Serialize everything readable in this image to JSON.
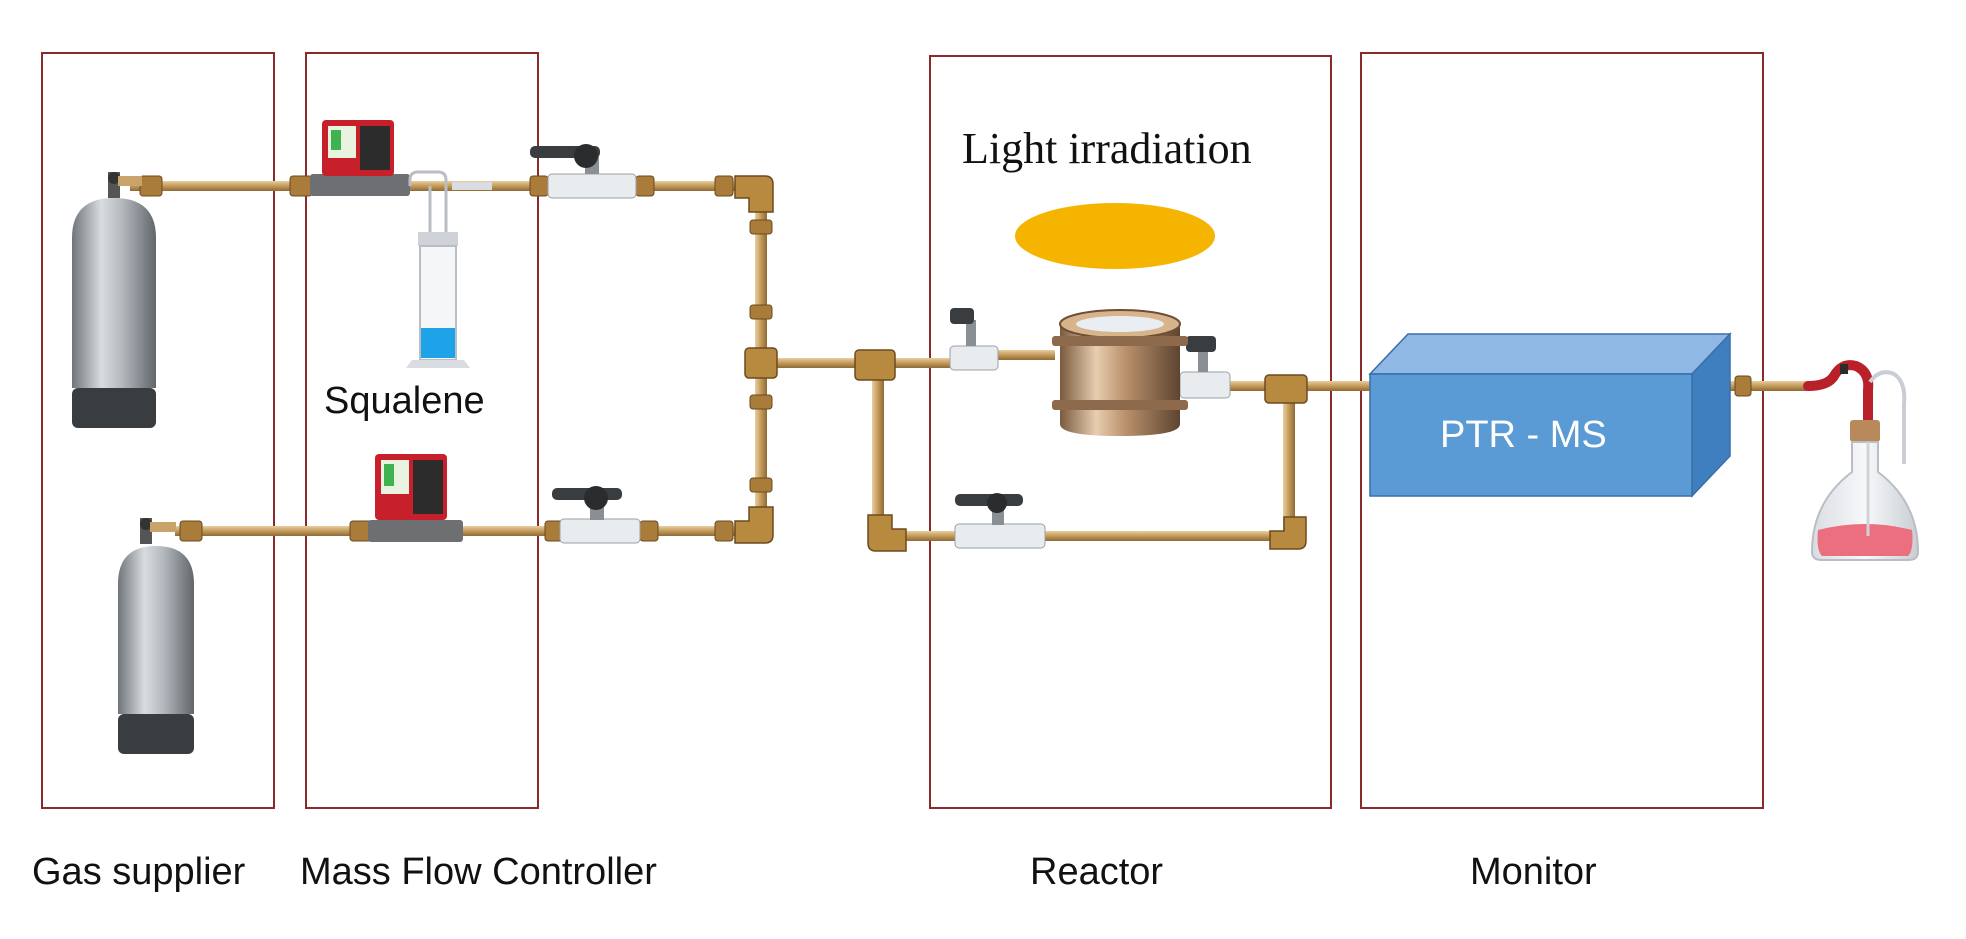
{
  "diagram": {
    "sections": {
      "gas_supplier": "Gas supplier",
      "mass_flow_controller": "Mass Flow Controller",
      "reactor": "Reactor",
      "monitor": "Monitor"
    },
    "inner_labels": {
      "squalene": "Squalene",
      "light_irradiation": "Light irradiation",
      "ptr_ms": "PTR - MS"
    },
    "colors": {
      "section_border": "#8b2a2a",
      "pipe": "#c9a46a",
      "lamp": "#f5b400",
      "ptr_box_front": "#5b9bd5",
      "ptr_box_top": "#8fb9e4",
      "ptr_box_side": "#3f7fbf",
      "liquid_blue": "#1fa3e8",
      "liquid_pink": "#ec6f7f",
      "mfc_red": "#c8202a",
      "cylinder_gray": "#9aa0a6"
    }
  }
}
